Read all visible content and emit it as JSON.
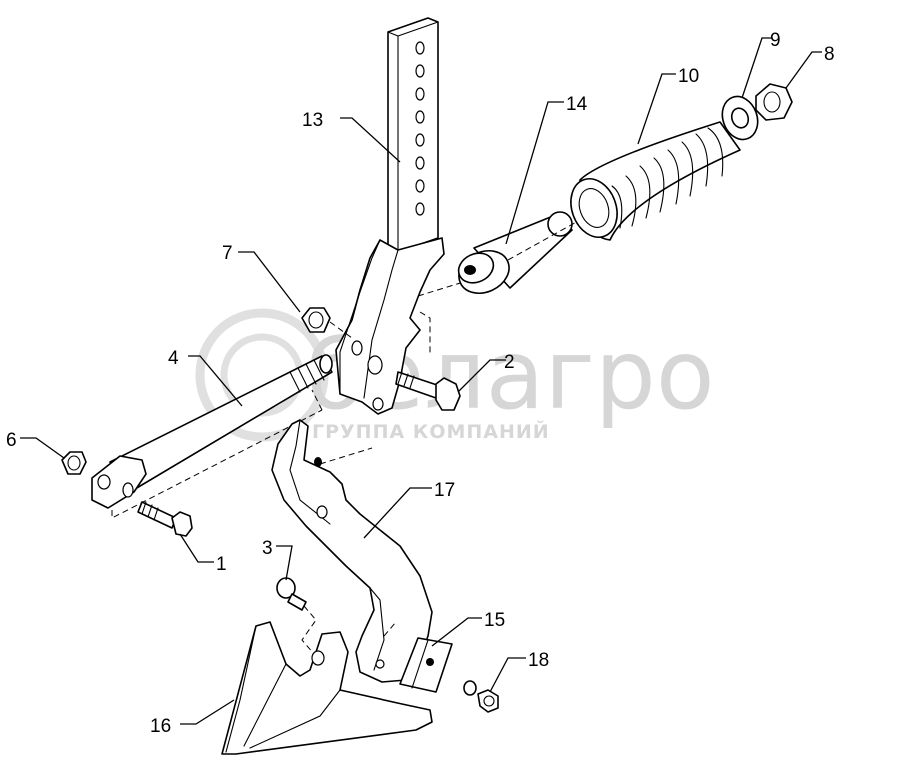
{
  "watermark": {
    "brand": "белагро",
    "tagline": "ГРУППА КОМПАНИЙ"
  },
  "callouts": [
    {
      "id": "1",
      "text": "1"
    },
    {
      "id": "2",
      "text": "2"
    },
    {
      "id": "3",
      "text": "3"
    },
    {
      "id": "4",
      "text": "4"
    },
    {
      "id": "6",
      "text": "6"
    },
    {
      "id": "7",
      "text": "7"
    },
    {
      "id": "8",
      "text": "8"
    },
    {
      "id": "9",
      "text": "9"
    },
    {
      "id": "10",
      "text": "10"
    },
    {
      "id": "13",
      "text": "13"
    },
    {
      "id": "14",
      "text": "14"
    },
    {
      "id": "15",
      "text": "15"
    },
    {
      "id": "16",
      "text": "16"
    },
    {
      "id": "17",
      "text": "17"
    },
    {
      "id": "18",
      "text": "18"
    }
  ]
}
